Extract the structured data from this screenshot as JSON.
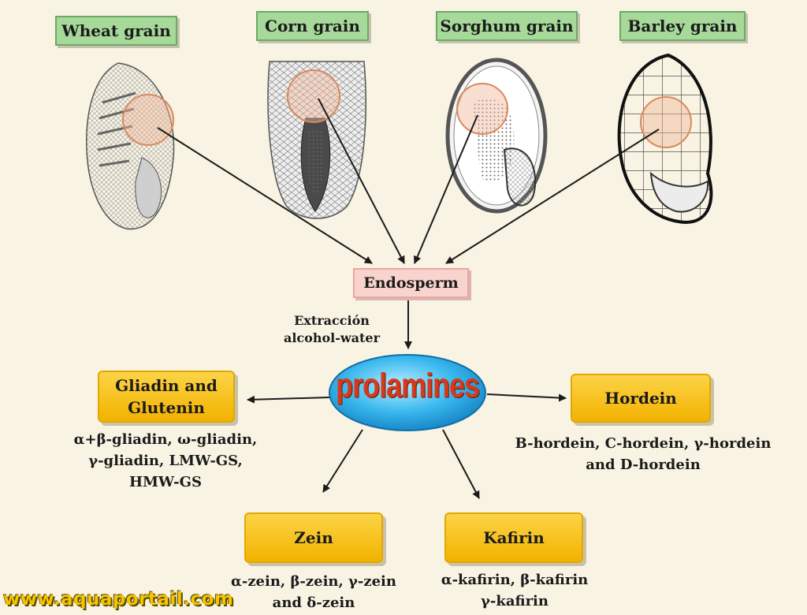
{
  "grains": [
    {
      "label": "Wheat grain"
    },
    {
      "label": "Corn grain"
    },
    {
      "label": "Sorghum grain"
    },
    {
      "label": "Barley grain"
    }
  ],
  "endosperm": {
    "label": "Endosperm"
  },
  "extraction": {
    "line1": "Extracción",
    "line2": "alcohol-water"
  },
  "center": {
    "label": "prolamines"
  },
  "groups": {
    "gliadin": {
      "line1": "Gliadin and",
      "line2": "Glutenin",
      "sub1": "α+β-gliadin, ω-gliadin,",
      "sub2": "γ-gliadin, LMW-GS,",
      "sub3": "HMW-GS"
    },
    "hordein": {
      "label": "Hordein",
      "sub1": "B-hordein, C-hordein, γ-hordein",
      "sub2": "and D-hordein"
    },
    "zein": {
      "label": "Zein",
      "sub1": "α-zein, β-zein, γ-zein",
      "sub2": "and δ-zein"
    },
    "kafirin": {
      "label": "Kafirin",
      "sub1": "α-kafirin, β-kafirin",
      "sub2": "γ-kafirin"
    }
  },
  "watermark": {
    "text": "www.aquaportail.com"
  },
  "colors": {
    "grain_label_bg": "#a6d99a",
    "box_yellow": "#f7c21c",
    "endosperm_bg": "#f9d3cd",
    "ellipse_blue": "#1fa8e6",
    "center_text": "#d63a1d"
  }
}
